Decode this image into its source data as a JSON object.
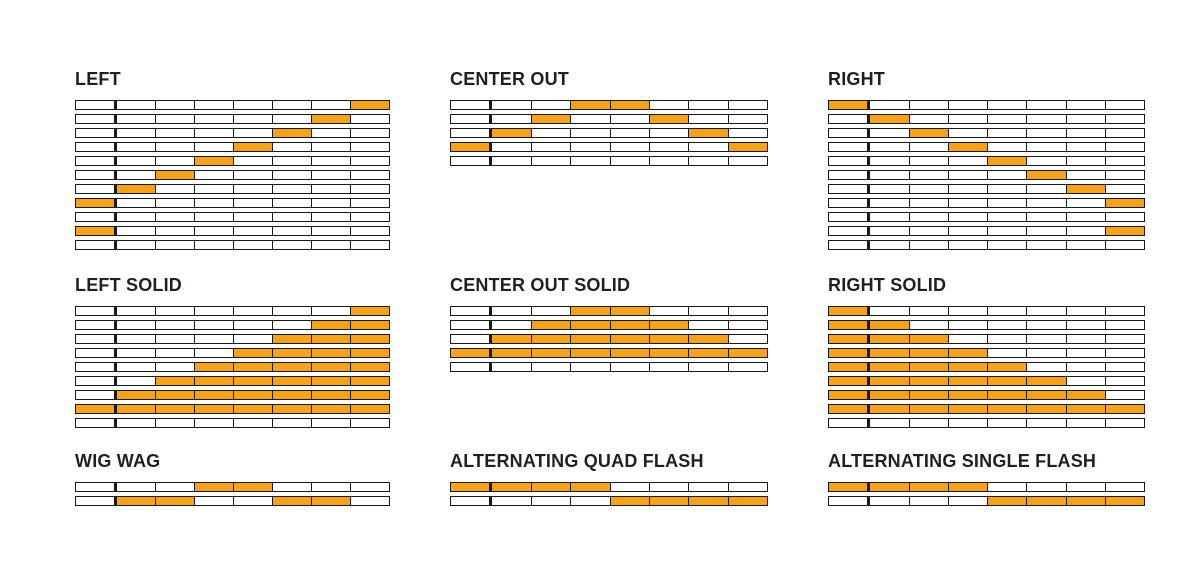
{
  "colors": {
    "lit": "#F5A31B",
    "unlit": "#FFFFFF",
    "line": "#1A1A1A",
    "title_text": "#231F20",
    "background": "#FFFFFF"
  },
  "grid": {
    "cells_per_row": 8
  },
  "panels": [
    {
      "id": "left",
      "title": "LEFT",
      "col": 1,
      "row": 1,
      "rows": [
        [
          7
        ],
        [
          6
        ],
        [
          5
        ],
        [
          4
        ],
        [
          3
        ],
        [
          2
        ],
        [
          1
        ],
        [
          0
        ],
        [],
        [
          0
        ],
        []
      ]
    },
    {
      "id": "center-out",
      "title": "CENTER OUT",
      "col": 2,
      "row": 1,
      "rows": [
        [
          3,
          4
        ],
        [
          2,
          5
        ],
        [
          1,
          6
        ],
        [
          0,
          7
        ],
        []
      ]
    },
    {
      "id": "right",
      "title": "RIGHT",
      "col": 3,
      "row": 1,
      "rows": [
        [
          0
        ],
        [
          1
        ],
        [
          2
        ],
        [
          3
        ],
        [
          4
        ],
        [
          5
        ],
        [
          6
        ],
        [
          7
        ],
        [],
        [
          7
        ],
        []
      ]
    },
    {
      "id": "left-solid",
      "title": "LEFT SOLID",
      "col": 1,
      "row": 2,
      "rows": [
        [
          7
        ],
        [
          6,
          7
        ],
        [
          5,
          6,
          7
        ],
        [
          4,
          5,
          6,
          7
        ],
        [
          3,
          4,
          5,
          6,
          7
        ],
        [
          2,
          3,
          4,
          5,
          6,
          7
        ],
        [
          1,
          2,
          3,
          4,
          5,
          6,
          7
        ],
        [
          0,
          1,
          2,
          3,
          4,
          5,
          6,
          7
        ],
        []
      ]
    },
    {
      "id": "center-out-solid",
      "title": "CENTER OUT SOLID",
      "col": 2,
      "row": 2,
      "rows": [
        [
          3,
          4
        ],
        [
          2,
          3,
          4,
          5
        ],
        [
          1,
          2,
          3,
          4,
          5,
          6
        ],
        [
          0,
          1,
          2,
          3,
          4,
          5,
          6,
          7
        ],
        []
      ]
    },
    {
      "id": "right-solid",
      "title": "RIGHT SOLID",
      "col": 3,
      "row": 2,
      "rows": [
        [
          0
        ],
        [
          0,
          1
        ],
        [
          0,
          1,
          2
        ],
        [
          0,
          1,
          2,
          3
        ],
        [
          0,
          1,
          2,
          3,
          4
        ],
        [
          0,
          1,
          2,
          3,
          4,
          5
        ],
        [
          0,
          1,
          2,
          3,
          4,
          5,
          6
        ],
        [
          0,
          1,
          2,
          3,
          4,
          5,
          6,
          7
        ],
        []
      ]
    },
    {
      "id": "wig-wag",
      "title": "WIG WAG",
      "col": 1,
      "row": 3,
      "rows": [
        [
          3,
          4
        ],
        [
          1,
          2,
          5,
          6
        ]
      ]
    },
    {
      "id": "alternating-quad-flash",
      "title": "ALTERNATING QUAD FLASH",
      "col": 2,
      "row": 3,
      "rows": [
        [
          0,
          1,
          2,
          3
        ],
        [
          4,
          5,
          6,
          7
        ]
      ]
    },
    {
      "id": "alternating-single-flash",
      "title": "ALTERNATING SINGLE FLASH",
      "col": 3,
      "row": 3,
      "rows": [
        [
          0,
          1,
          2,
          3
        ],
        [
          4,
          5,
          6,
          7
        ]
      ]
    }
  ]
}
